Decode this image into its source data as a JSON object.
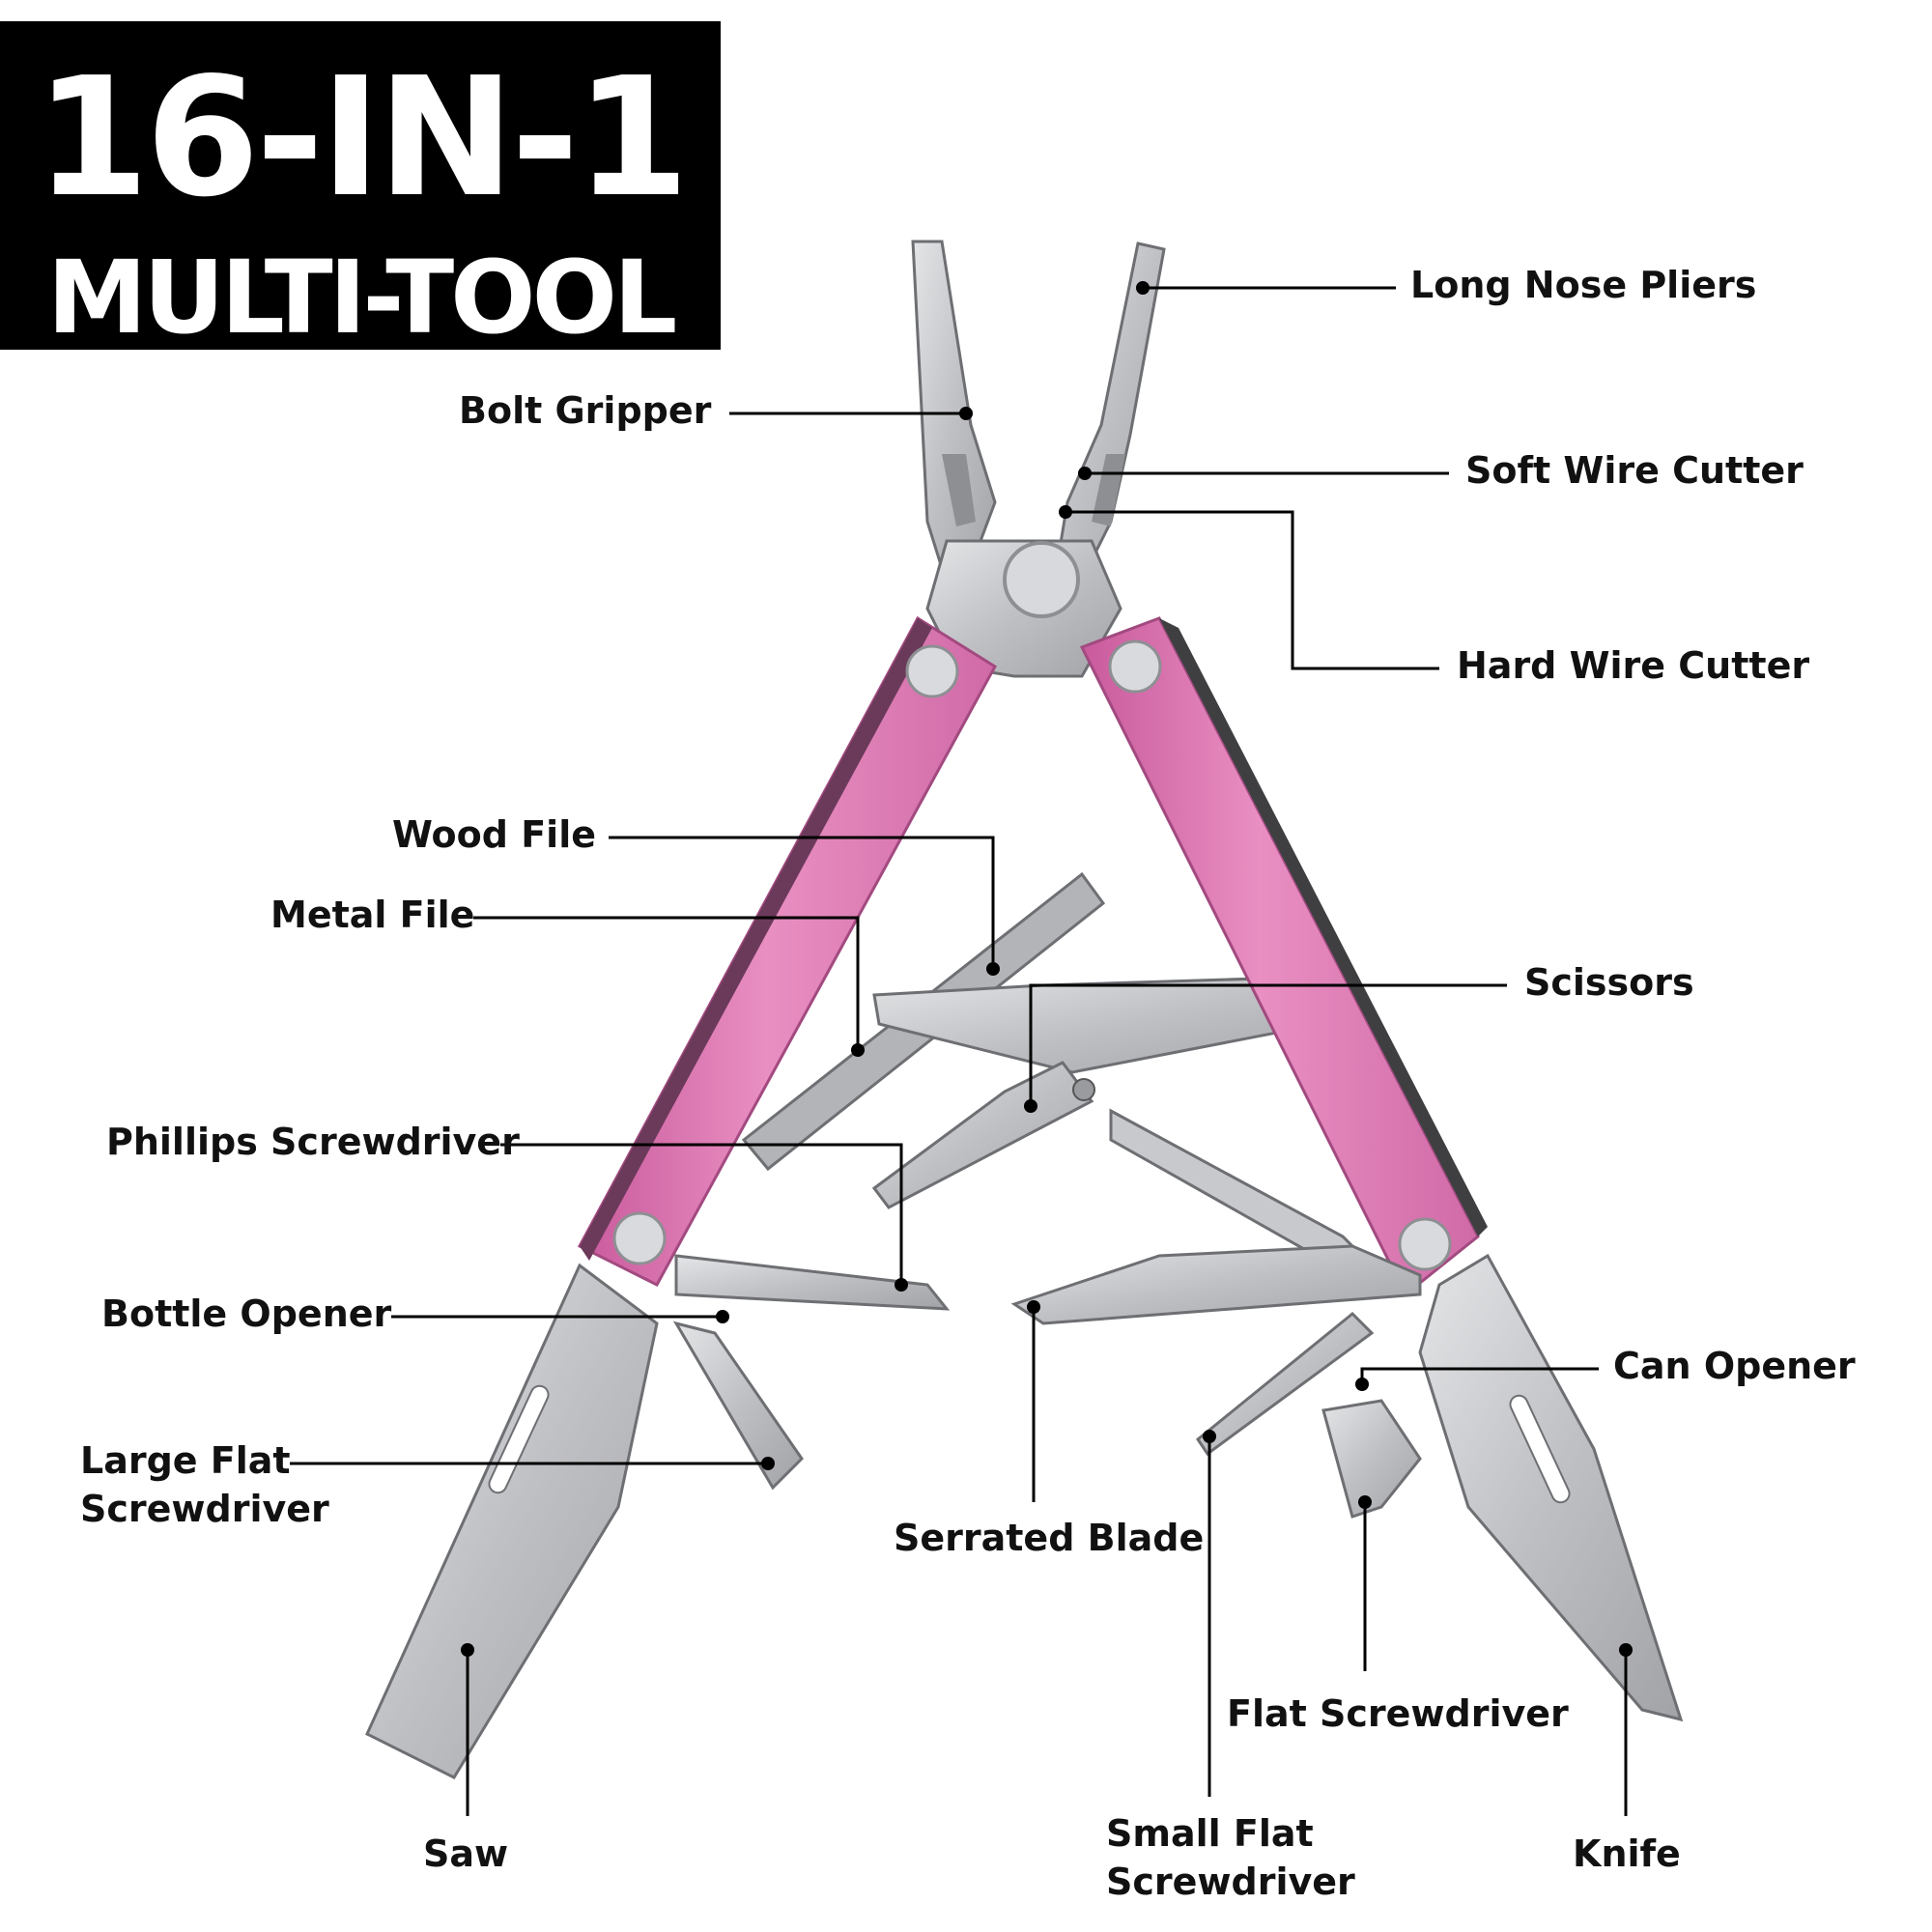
{
  "title": {
    "line1": "16-IN-1",
    "line2": "MULTI-TOOL"
  },
  "colors": {
    "handle": "#e07fb6",
    "handle_dark": "#c9589a",
    "steel": "#c8c9cc",
    "steel_dark": "#8e8f93",
    "text": "#111111",
    "title_bg": "#000000"
  },
  "callouts": [
    {
      "id": "long-nose-pliers",
      "lines": [
        "Long Nose Pliers"
      ]
    },
    {
      "id": "bolt-gripper",
      "lines": [
        "Bolt Gripper"
      ]
    },
    {
      "id": "soft-wire-cutter",
      "lines": [
        "Soft Wire Cutter"
      ]
    },
    {
      "id": "hard-wire-cutter",
      "lines": [
        "Hard Wire Cutter"
      ]
    },
    {
      "id": "wood-file",
      "lines": [
        "Wood File"
      ]
    },
    {
      "id": "metal-file",
      "lines": [
        "Metal File"
      ]
    },
    {
      "id": "scissors",
      "lines": [
        "Scissors"
      ]
    },
    {
      "id": "phillips-screwdriver",
      "lines": [
        "Phillips Screwdriver"
      ]
    },
    {
      "id": "bottle-opener",
      "lines": [
        "Bottle Opener"
      ]
    },
    {
      "id": "can-opener",
      "lines": [
        "Can Opener"
      ]
    },
    {
      "id": "large-flat-screwdriver",
      "lines": [
        "Large Flat",
        "Screwdriver"
      ]
    },
    {
      "id": "serrated-blade",
      "lines": [
        "Serrated Blade"
      ]
    },
    {
      "id": "flat-screwdriver",
      "lines": [
        "Flat Screwdriver"
      ]
    },
    {
      "id": "saw",
      "lines": [
        "Saw"
      ]
    },
    {
      "id": "small-flat-screwdriver",
      "lines": [
        "Small Flat",
        "Screwdriver"
      ]
    },
    {
      "id": "knife",
      "lines": [
        "Knife"
      ]
    }
  ]
}
